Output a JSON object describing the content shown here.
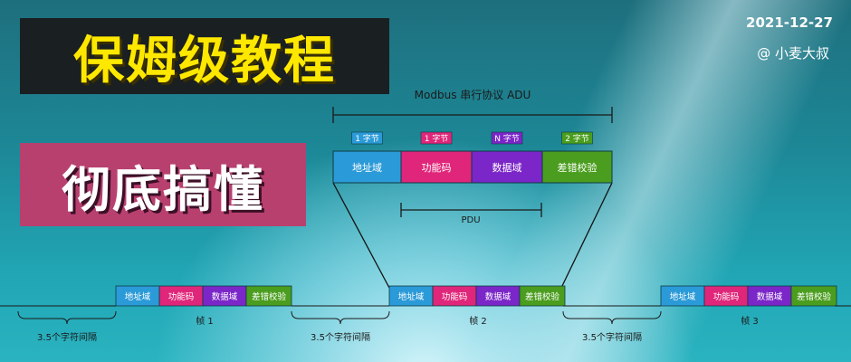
{
  "title_main": "保姆级教程",
  "title_sub": "彻底搞懂",
  "date": "2021-12-27",
  "author": "@ 小麦大叔",
  "adu_label": "Modbus 串行协议 ADU",
  "pdu_label": "PDU",
  "adu_fields": [
    {
      "name": "地址域",
      "size": "1 字节",
      "color": "#2b9ad8"
    },
    {
      "name": "功能码",
      "size": "1 字节",
      "color": "#e0267a"
    },
    {
      "name": "数据域",
      "size": "N 字节",
      "color": "#7b26c8"
    },
    {
      "name": "差错校验",
      "size": "2 字节",
      "color": "#4a9d1e"
    }
  ],
  "frames": [
    {
      "label": "帧 1",
      "fields": [
        "地址域",
        "功能码",
        "数据域",
        "差错校验"
      ]
    },
    {
      "label": "帧 2",
      "fields": [
        "地址域",
        "功能码",
        "数据域",
        "差错校验"
      ]
    },
    {
      "label": "帧 3",
      "fields": [
        "地址域",
        "功能码",
        "数据域",
        "差错校验"
      ]
    }
  ],
  "gap_labels": [
    "3.5个字符间隔",
    "3.5个字符间隔",
    "3.5个字符间隔"
  ]
}
